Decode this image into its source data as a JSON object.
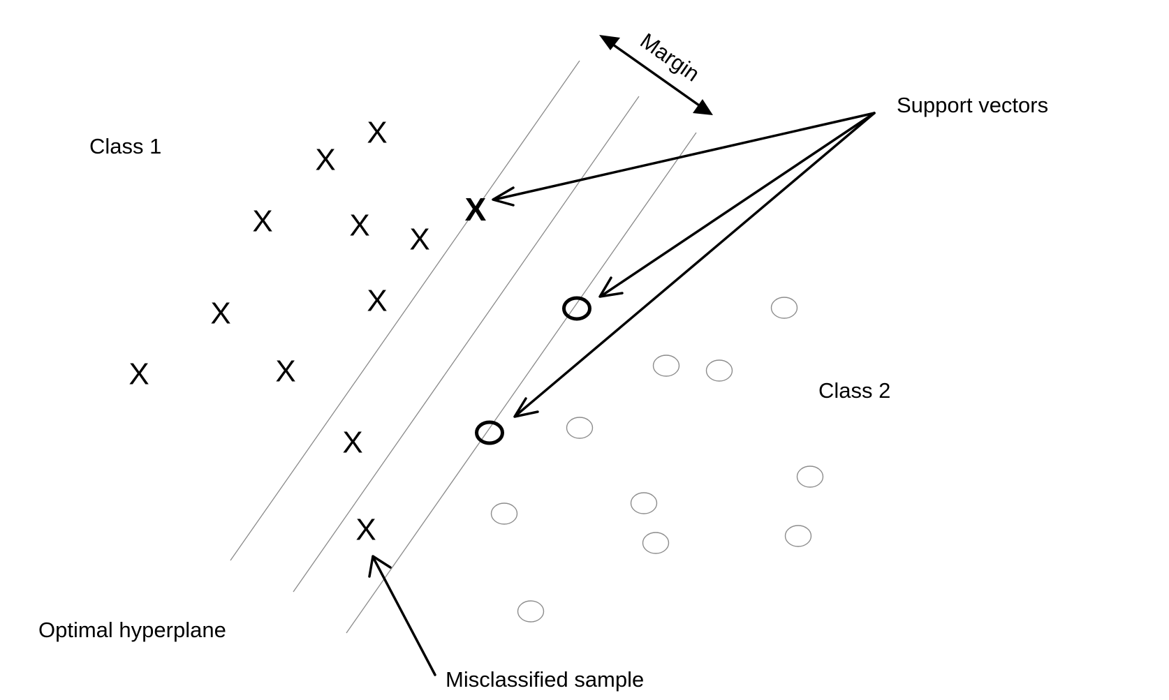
{
  "labels": {
    "class1": "Class 1",
    "class2": "Class 2",
    "margin": "Margin",
    "support_vectors": "Support vectors",
    "optimal_hyperplane": "Optimal hyperplane",
    "misclassified_sample": "Misclassified sample"
  },
  "markers": {
    "cross_glyph": "X"
  },
  "colors": {
    "ink": "#000000",
    "thin_stroke": "#8a8a8a",
    "background": "#ffffff"
  }
}
